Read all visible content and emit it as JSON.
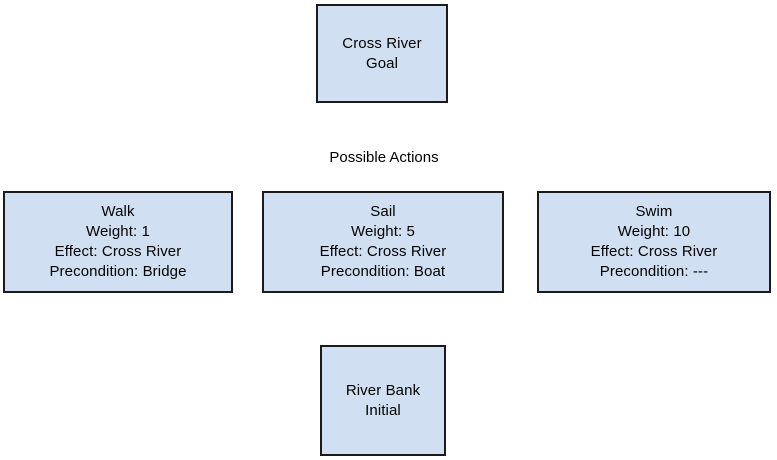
{
  "diagram": {
    "title_label": "Possible Actions",
    "colors": {
      "node_fill": "#d0e0f2",
      "node_border": "#1b1b1b",
      "text": "#000000",
      "background": "#ffffff"
    },
    "goal_node": {
      "name": "Cross River",
      "type": "Goal"
    },
    "initial_node": {
      "name": "River Bank",
      "type": "Initial"
    },
    "actions": [
      {
        "name": "Walk",
        "weight_label": "Weight: 1",
        "effect_label": "Effect: Cross River",
        "precondition_label": "Precondition: Bridge",
        "weight": 1,
        "effect": "Cross River",
        "precondition": "Bridge"
      },
      {
        "name": "Sail",
        "weight_label": "Weight: 5",
        "effect_label": "Effect: Cross River",
        "precondition_label": "Precondition: Boat",
        "weight": 5,
        "effect": "Cross River",
        "precondition": "Boat"
      },
      {
        "name": "Swim",
        "weight_label": "Weight: 10",
        "effect_label": "Effect: Cross River",
        "precondition_label": "Precondition: ---",
        "weight": 10,
        "effect": "Cross River",
        "precondition": "---"
      }
    ]
  }
}
